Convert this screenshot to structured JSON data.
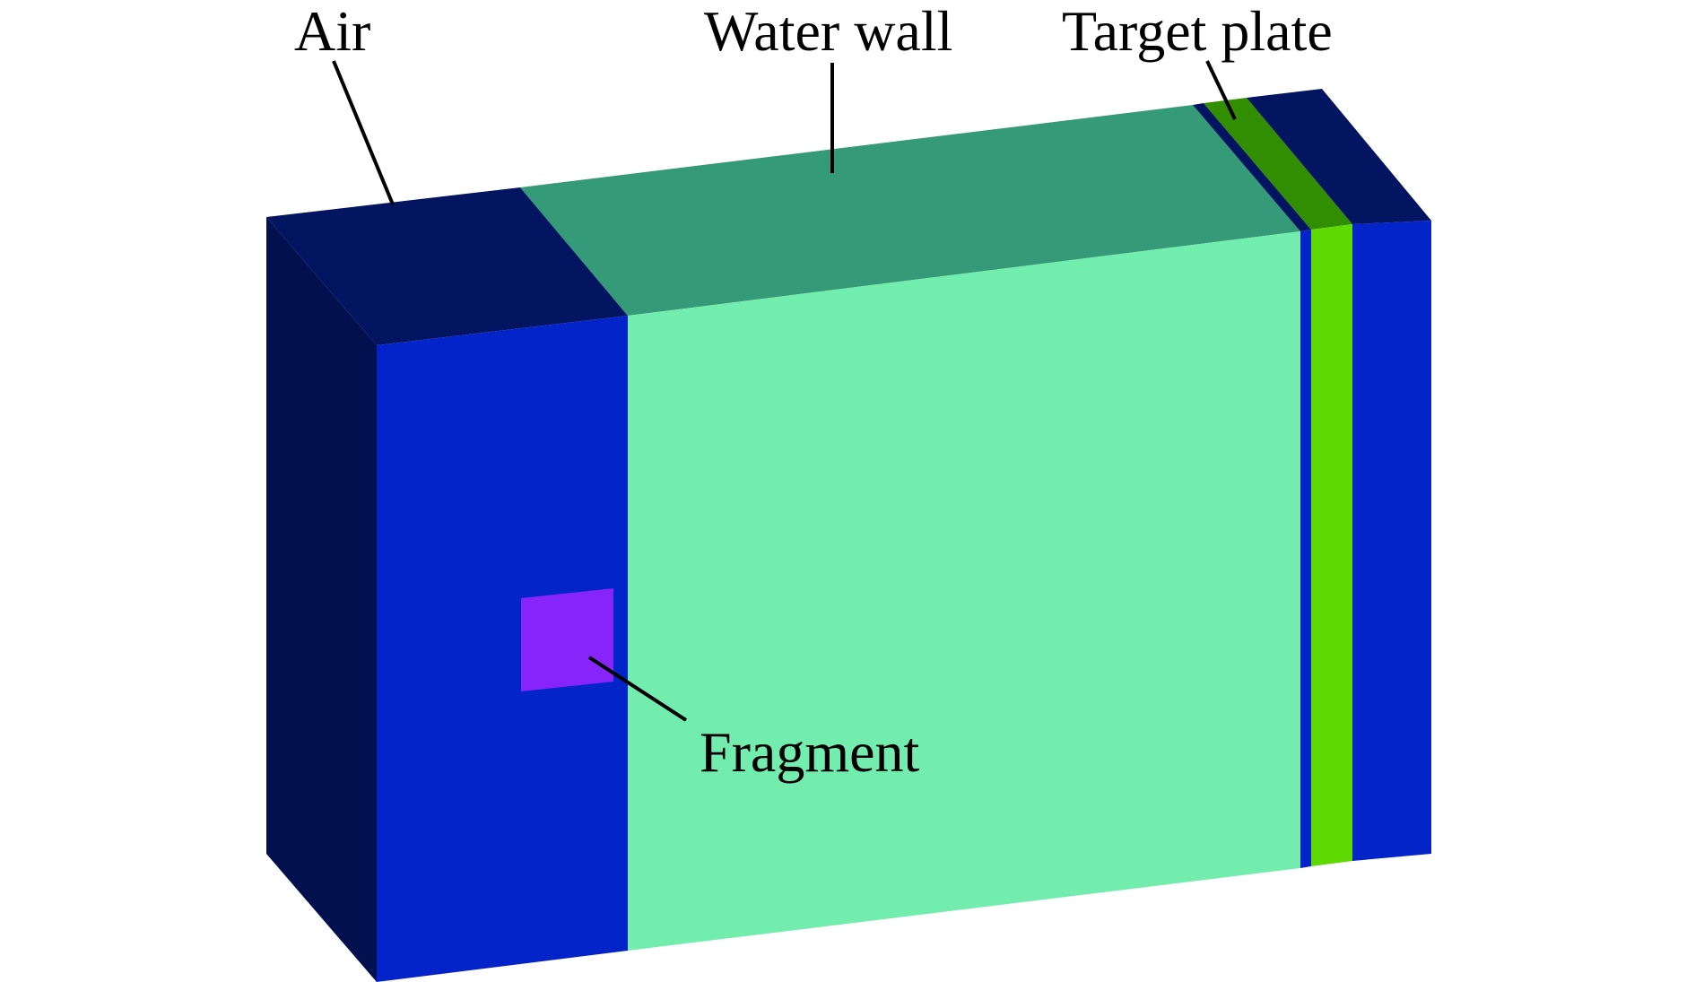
{
  "labels": {
    "air": "Air",
    "water_wall": "Water wall",
    "target_plate": "Target plate",
    "fragment": "Fragment"
  },
  "colors": {
    "air_front": "#0224c8",
    "air_side": "#02104f",
    "air_top": "#031460",
    "water_front": "#73edad",
    "water_top": "#359a78",
    "plate_front": "#5ed902",
    "plate_top": "#318e00",
    "fragment": "#8624fa",
    "leader_line": "#000000",
    "background": "#ffffff"
  }
}
